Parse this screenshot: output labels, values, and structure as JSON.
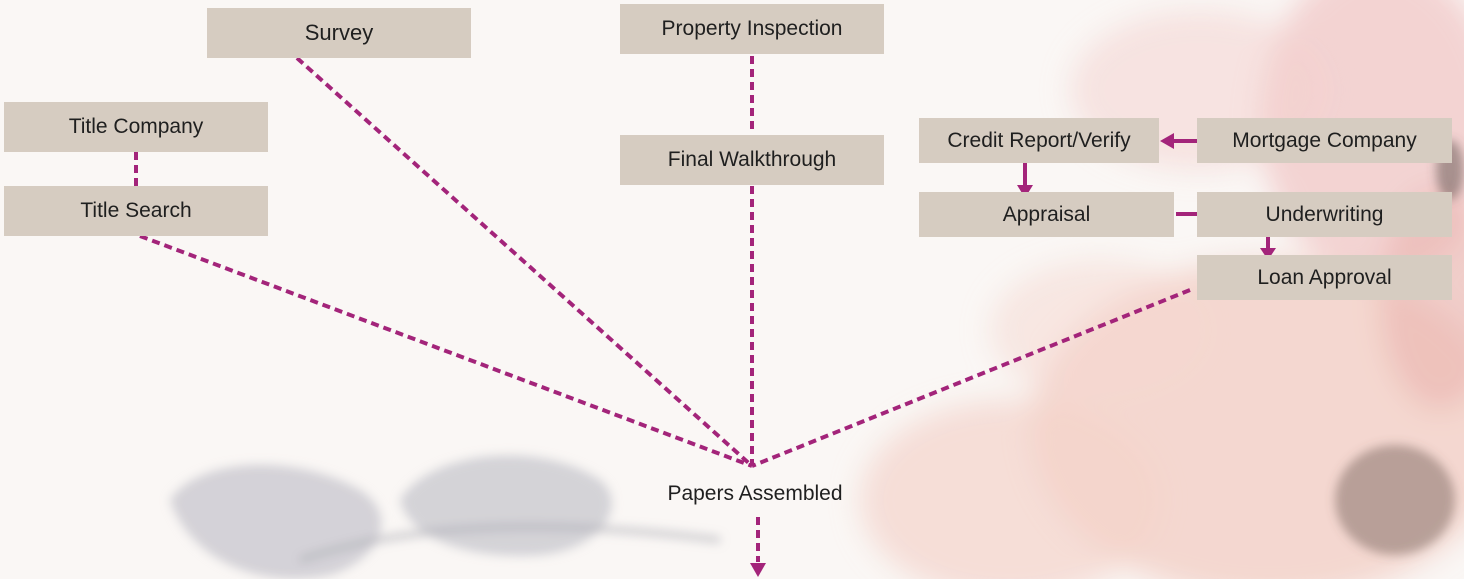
{
  "nodes": {
    "survey": "Survey",
    "property_inspection": "Property Inspection",
    "final_walkthrough": "Final Walkthrough",
    "title_company": "Title Company",
    "title_search": "Title Search",
    "credit_report": "Credit Report/Verify",
    "mortgage_company": "Mortgage Company",
    "appraisal": "Appraisal",
    "underwriting": "Underwriting",
    "loan_approval": "Loan Approval",
    "papers_assembled": "Papers Assembled"
  },
  "colors": {
    "background": "#faf7f5",
    "box_fill": "#d6ccc1",
    "connector": "#a3247a",
    "text": "#1f1f1f"
  },
  "edges": [
    {
      "from": "Title Company",
      "to": "Title Search",
      "style": "dashed"
    },
    {
      "from": "Property Inspection",
      "to": "Final Walkthrough",
      "style": "dashed"
    },
    {
      "from": "Title Search",
      "to": "Papers Assembled",
      "style": "dashed"
    },
    {
      "from": "Survey",
      "to": "Papers Assembled",
      "style": "dashed"
    },
    {
      "from": "Final Walkthrough",
      "to": "Papers Assembled",
      "style": "dashed"
    },
    {
      "from": "Loan Approval",
      "to": "Papers Assembled",
      "style": "dashed"
    },
    {
      "from": "Mortgage Company",
      "to": "Credit Report/Verify",
      "style": "arrow"
    },
    {
      "from": "Credit Report/Verify",
      "to": "Appraisal",
      "style": "arrow"
    },
    {
      "from": "Appraisal",
      "to": "Underwriting",
      "style": "arrow"
    },
    {
      "from": "Underwriting",
      "to": "Loan Approval",
      "style": "arrow"
    },
    {
      "from": "Papers Assembled",
      "to": "",
      "style": "dashed-arrow"
    }
  ]
}
